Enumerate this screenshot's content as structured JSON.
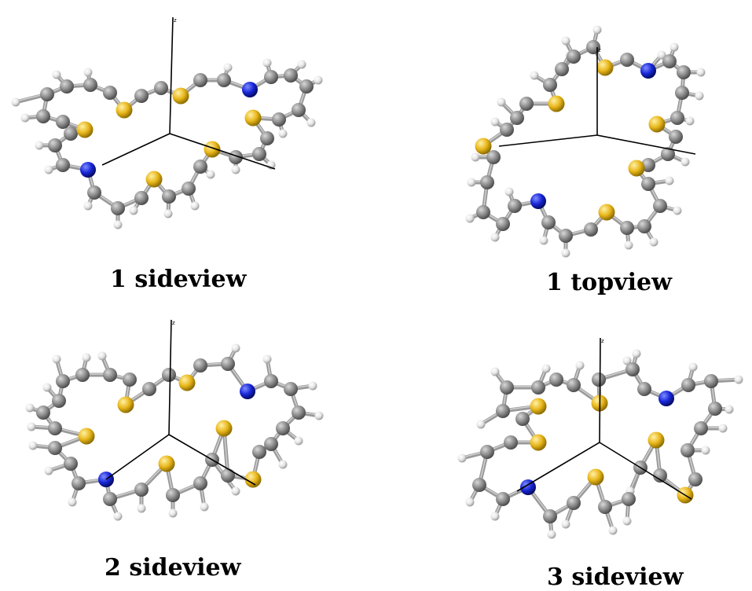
{
  "captions": {
    "p1": "1 sideview",
    "p2": "1 topview",
    "p3": "2 sideview",
    "p4": "3 sideview"
  },
  "axis_label": "z",
  "colors": {
    "carbon": "#8c8c8c",
    "hydrogen": "#e6e6e6",
    "sulfur": "#e8b61a",
    "nitrogen": "#1726d8",
    "bond": "#9a9a9a",
    "axis": "#000000"
  }
}
